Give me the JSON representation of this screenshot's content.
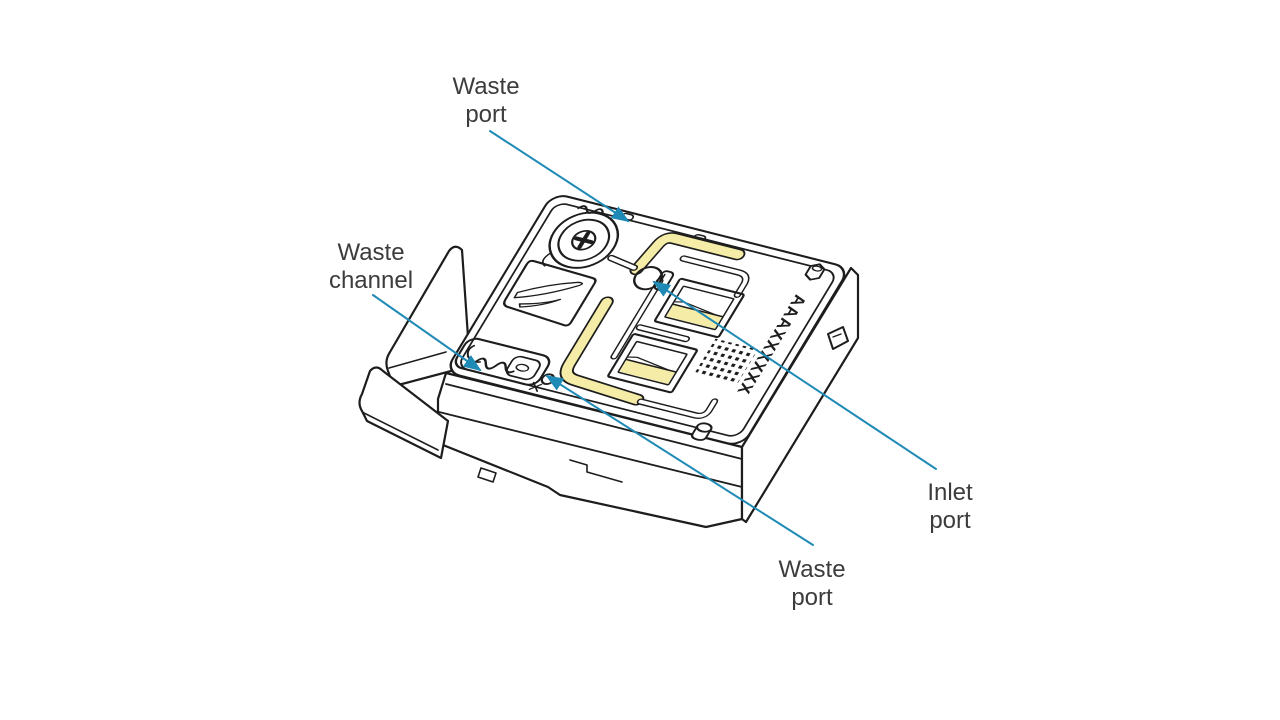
{
  "page": {
    "background": "#ffffff"
  },
  "diagram": {
    "type": "technical-illustration",
    "subject": "microfluidic-cartridge-isometric-line-art",
    "colors": {
      "line": "#1d1d1d",
      "channel_fill": "#f5eca7",
      "leader_line": "#1f8ab6",
      "label_text": "#3c3c3c"
    },
    "callouts": [
      {
        "id": "waste-port-top",
        "line1": "Waste",
        "line2": "port"
      },
      {
        "id": "waste-channel",
        "line1": "Waste",
        "line2": "channel"
      },
      {
        "id": "inlet-port",
        "line1": "Inlet",
        "line2": "port"
      },
      {
        "id": "waste-port-bottom",
        "line1": "Waste",
        "line2": "port"
      }
    ],
    "device": {
      "serial_label": "AAAXXXXXX"
    }
  }
}
